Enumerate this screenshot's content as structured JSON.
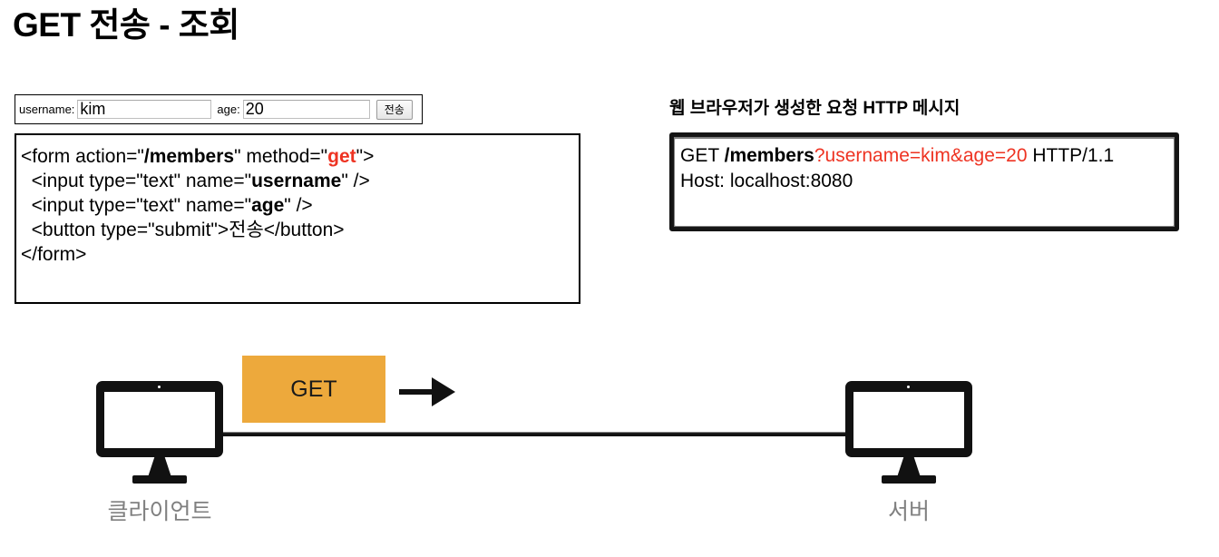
{
  "page": {
    "title": "GET 전송 - 조회"
  },
  "form_preview": {
    "username_label": "username:",
    "username_value": "kim",
    "age_label": "age:",
    "age_value": "20",
    "submit_label": "전송"
  },
  "code_box": {
    "lines": [
      {
        "segments": [
          {
            "text": "<form action=\"",
            "style": "normal"
          },
          {
            "text": "/members",
            "style": "bold"
          },
          {
            "text": "\" method=\"",
            "style": "normal"
          },
          {
            "text": "get",
            "style": "bold-red"
          },
          {
            "text": "\">",
            "style": "normal"
          }
        ]
      },
      {
        "segments": [
          {
            "text": "  <input type=\"text\" name=\"",
            "style": "normal"
          },
          {
            "text": "username",
            "style": "bold"
          },
          {
            "text": "\" />",
            "style": "normal"
          }
        ]
      },
      {
        "segments": [
          {
            "text": "  <input type=\"text\" name=\"",
            "style": "normal"
          },
          {
            "text": "age",
            "style": "bold"
          },
          {
            "text": "\" />",
            "style": "normal"
          }
        ]
      },
      {
        "segments": [
          {
            "text": "  <button type=\"submit\">전송</button>",
            "style": "normal"
          }
        ]
      },
      {
        "segments": [
          {
            "text": "</form>",
            "style": "normal"
          }
        ]
      }
    ]
  },
  "http_panel": {
    "heading": "웹 브라우저가 생성한 요청 HTTP 메시지",
    "lines": [
      {
        "segments": [
          {
            "text": "GET ",
            "style": "normal"
          },
          {
            "text": "/members",
            "style": "bold"
          },
          {
            "text": "?username=kim&age=20",
            "style": "red"
          },
          {
            "text": " HTTP/1.1",
            "style": "normal"
          }
        ]
      },
      {
        "segments": [
          {
            "text": "Host: localhost:8080",
            "style": "normal"
          }
        ]
      }
    ]
  },
  "diagram": {
    "client_caption": "클라이언트",
    "server_caption": "서버",
    "get_label": "GET"
  },
  "colors": {
    "accent_orange": "#EDA93C",
    "highlight_red": "#EE3322",
    "caption_gray": "#808080",
    "ink_black": "#111111"
  }
}
